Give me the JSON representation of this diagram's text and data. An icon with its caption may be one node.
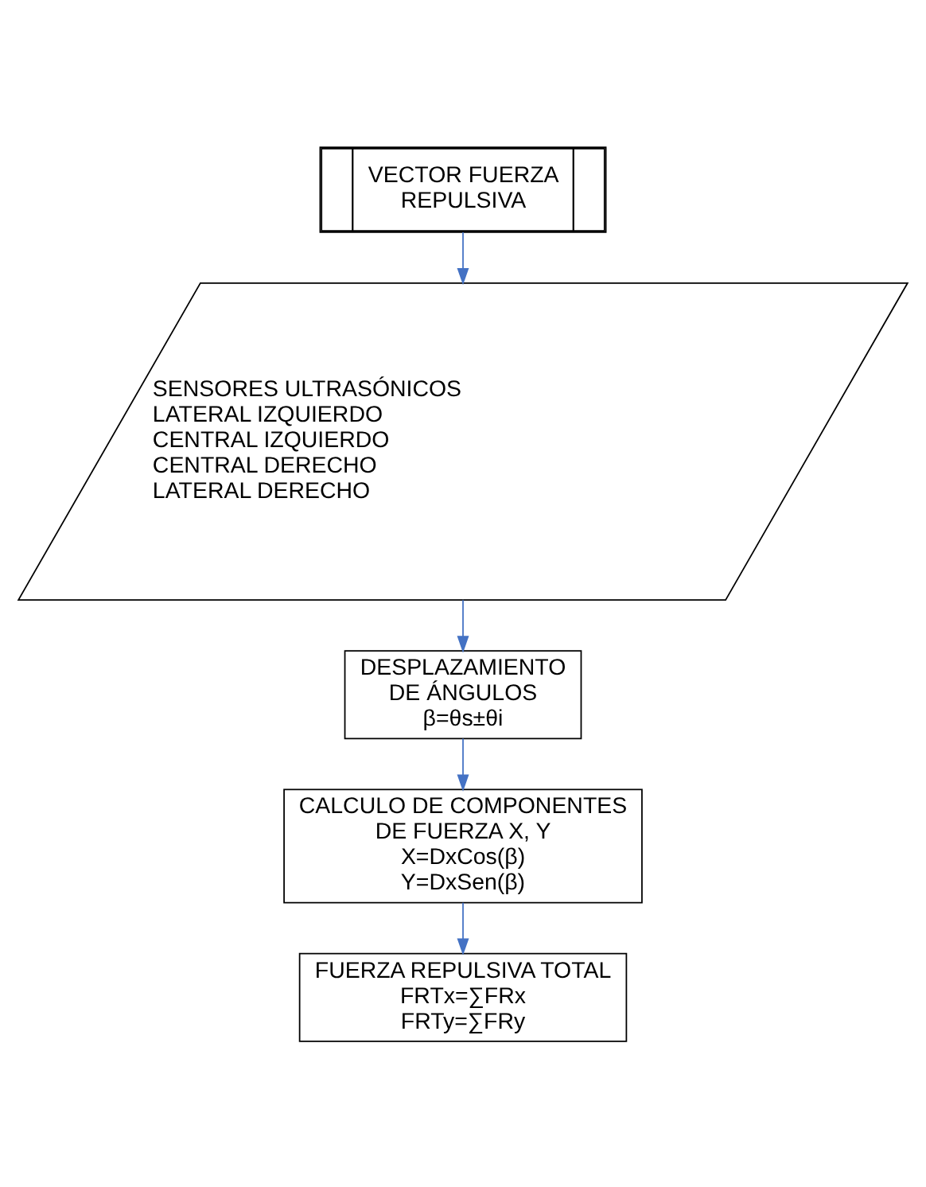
{
  "diagram": {
    "nodes": [
      {
        "text": [
          "VECTOR FUERZA REPULSIVA"
        ]
      },
      {
        "text": [
          "SENSORES ULTRASÓNICOS",
          "LATERAL IZQUIERDO",
          "CENTRAL IZQUIERDO",
          "CENTRAL DERECHO",
          "LATERAL DERECHO"
        ]
      },
      {
        "text": [
          "DESPLAZAMIENTO DE ÁNGULOS",
          "β=θs±θi"
        ]
      },
      {
        "text": [
          "CALCULO DE COMPONENTES DE FUERZA X, Y",
          "X=DxCos(β)",
          "Y=DxSen(β)"
        ]
      },
      {
        "text": [
          "FUERZA REPULSIVA TOTAL",
          "FRTx=∑FRx",
          "FRTy=∑FRy"
        ]
      }
    ],
    "edges": [
      {
        "from": 0,
        "to": 1,
        "arrow": "to"
      },
      {
        "from": 1,
        "to": 2,
        "arrow": "to"
      },
      {
        "from": 2,
        "to": 3,
        "arrow": "to"
      },
      {
        "from": 3,
        "to": 4,
        "arrow": "to"
      }
    ]
  }
}
